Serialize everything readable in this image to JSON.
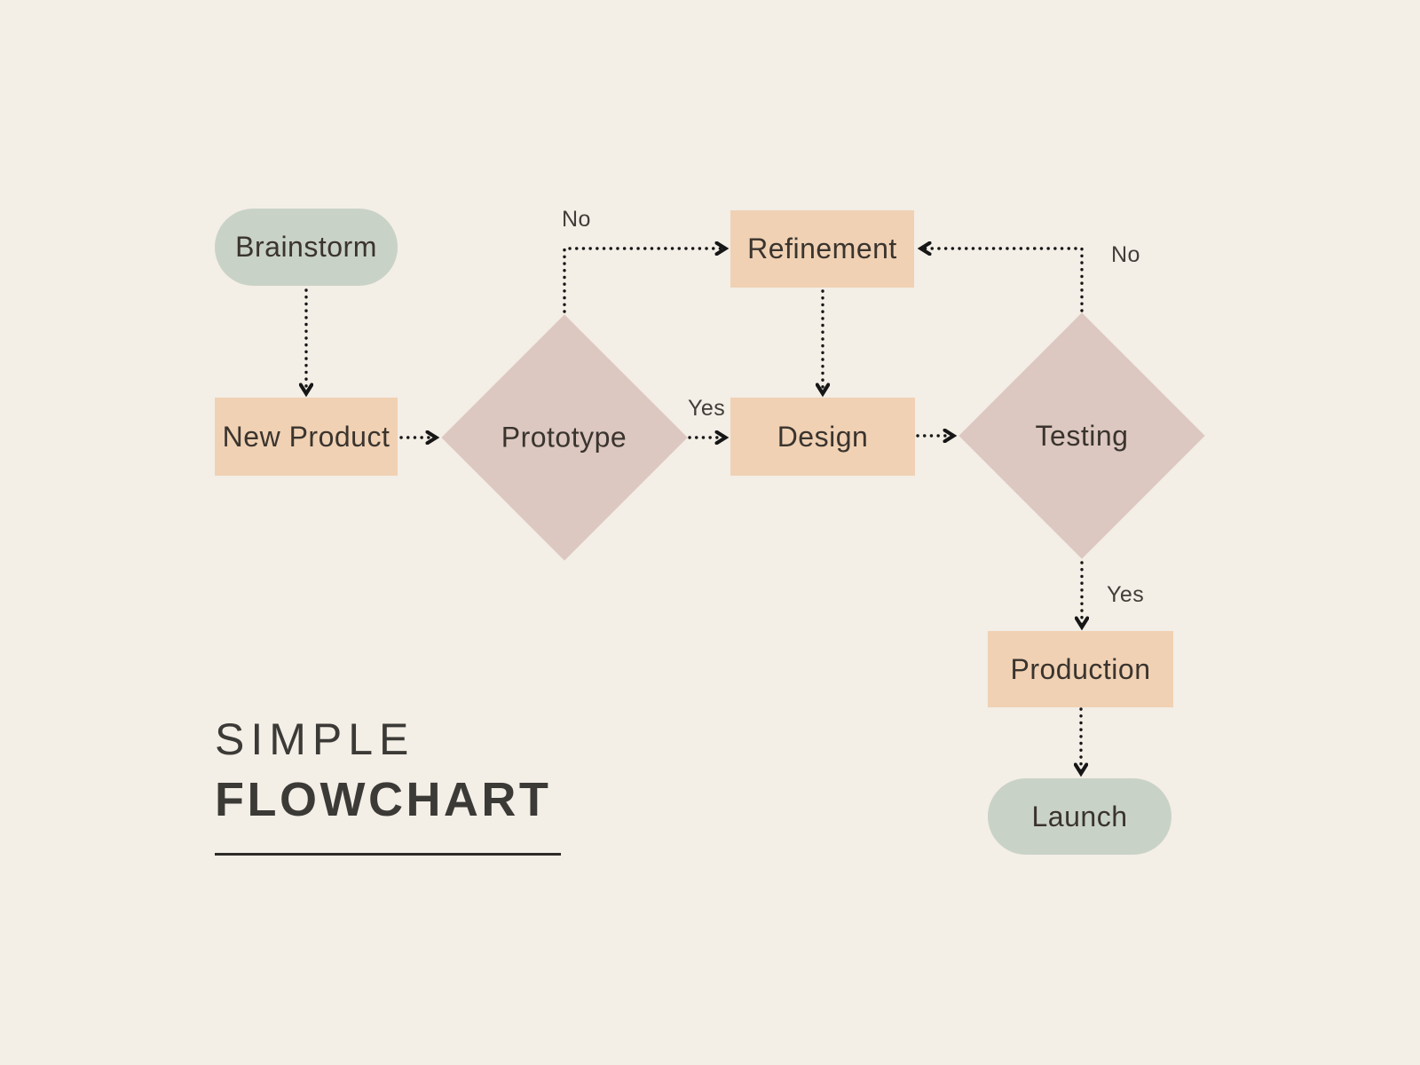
{
  "title": {
    "line1": "SIMPLE",
    "line2": "FLOWCHART"
  },
  "colors": {
    "background": "#f3eee6",
    "node-pill": "#c9d2c7",
    "node-rect": "#f0d1b4",
    "node-diamond": "#dcc8c1",
    "node-text": "#3a342e",
    "label-text": "#413d38",
    "title-text": "#3b3a36",
    "arrow": "#161616",
    "rule": "#2d2b28"
  },
  "nodes": [
    {
      "id": "brainstorm",
      "label": "Brainstorm",
      "type": "pill"
    },
    {
      "id": "new-product",
      "label": "New Product",
      "type": "rect"
    },
    {
      "id": "prototype",
      "label": "Prototype",
      "type": "diamond"
    },
    {
      "id": "refinement",
      "label": "Refinement",
      "type": "rect"
    },
    {
      "id": "design",
      "label": "Design",
      "type": "rect"
    },
    {
      "id": "testing",
      "label": "Testing",
      "type": "diamond"
    },
    {
      "id": "production",
      "label": "Production",
      "type": "rect"
    },
    {
      "id": "launch",
      "label": "Launch",
      "type": "pill"
    }
  ],
  "edges": [
    {
      "from": "brainstorm",
      "to": "new-product",
      "label": ""
    },
    {
      "from": "new-product",
      "to": "prototype",
      "label": ""
    },
    {
      "from": "prototype",
      "to": "refinement",
      "label": "No"
    },
    {
      "from": "prototype",
      "to": "design",
      "label": "Yes"
    },
    {
      "from": "refinement",
      "to": "design",
      "label": ""
    },
    {
      "from": "design",
      "to": "testing",
      "label": ""
    },
    {
      "from": "testing",
      "to": "refinement",
      "label": "No"
    },
    {
      "from": "testing",
      "to": "production",
      "label": "Yes"
    },
    {
      "from": "production",
      "to": "launch",
      "label": ""
    }
  ]
}
